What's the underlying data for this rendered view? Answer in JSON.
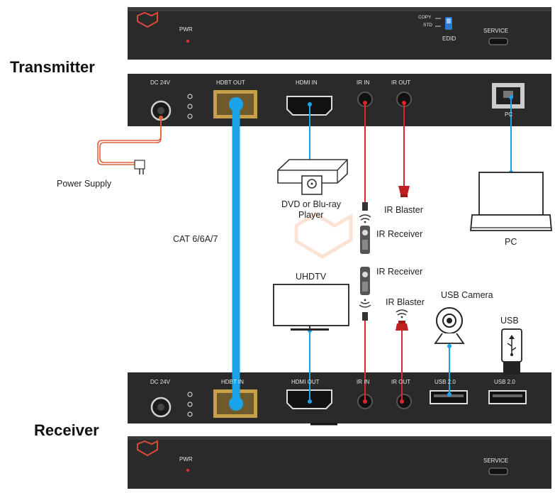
{
  "titles": {
    "transmitter": "Transmitter",
    "receiver": "Receiver"
  },
  "tx_front": {
    "pwr": "PWR",
    "copy": "COPY",
    "std": "STD",
    "edid": "EDID",
    "service": "SERVICE"
  },
  "tx_rear": {
    "dc": "DC 24V",
    "hdbt": "HDBT OUT",
    "hdmi": "HDMI IN",
    "ir_in": "IR IN",
    "ir_out": "IR OUT",
    "pc": "PC"
  },
  "rx_rear": {
    "dc": "DC 24V",
    "hdbt": "HDBT IN",
    "hdmi": "HDMI OUT",
    "ir_in": "IR IN",
    "ir_out": "IR OUT",
    "usb1": "USB 2.0",
    "usb2": "USB 2.0"
  },
  "rx_front": {
    "pwr": "PWR",
    "service": "SERVICE"
  },
  "labels": {
    "power_supply": "Power Supply",
    "cat": "CAT 6/6A/7",
    "dvd_line1": "DVD or Blu-ray",
    "dvd_line2": "Player",
    "ir_blaster_top": "IR Blaster",
    "ir_receiver_top": "IR Receiver",
    "pc": "PC",
    "uhdtv": "UHDTV",
    "ir_receiver_bottom": "IR Receiver",
    "ir_blaster_bottom": "IR Blaster",
    "usb_camera": "USB Camera",
    "usb": "USB"
  },
  "colors": {
    "panel": "#2b2b2b",
    "cat_cable": "#1aa3e8",
    "hdmi_cable": "#1aa3e8",
    "ir_cable": "#d8282a",
    "power_cable": "#e0623a",
    "led": "#e03030"
  },
  "icons": [
    "logo-icon",
    "dvd-player-icon",
    "laptop-icon",
    "tv-icon",
    "ir-blaster-icon",
    "ir-receiver-icon",
    "usb-camera-icon",
    "usb-stick-icon",
    "power-adapter-icon"
  ]
}
